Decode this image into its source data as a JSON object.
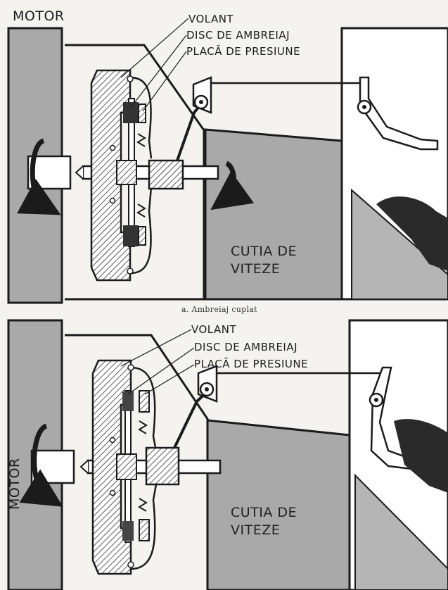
{
  "panels": [
    {
      "id": "a",
      "motor_label": "MOTOR",
      "labels": [
        "VOLANT",
        "DISC DE AMBREIAJ",
        "PLACĂ DE PRESIUNE"
      ],
      "gearbox_label": "CUTIA DE\nVITEZE",
      "caption": "a. Ambreiaj cuplat",
      "state": "engaged"
    },
    {
      "id": "b",
      "motor_label": "MOTOR",
      "labels": [
        "VOLANT",
        "DISC DE AMBREIAJ",
        "PLACĂ DE PRESIUNE"
      ],
      "gearbox_label": "CUTIA DE\nVITEZE",
      "state": "disengaged"
    }
  ],
  "colors": {
    "paper": "#f4f3ef",
    "gray_block": "#a9a9a9",
    "ink": "#1b1b1b",
    "shoe": "#2a2a2a"
  }
}
